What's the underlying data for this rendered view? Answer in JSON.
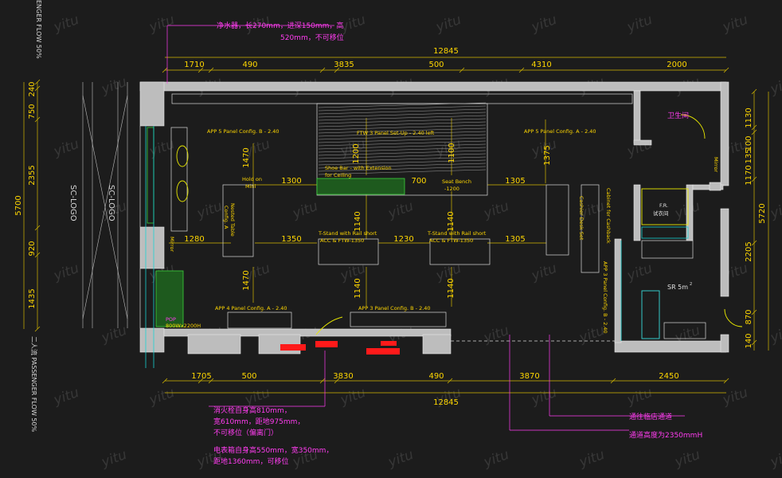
{
  "overall_dims": {
    "top_total": "12845",
    "bottom_total": "12845",
    "left_total": "5700",
    "right_total": "5720"
  },
  "top_segments": [
    "1710",
    "490",
    "3835",
    "500",
    "4310",
    "2000"
  ],
  "bottom_segments": [
    "1705",
    "500",
    "3830",
    "490",
    "3870",
    "2450"
  ],
  "left_segments": [
    "240",
    "750",
    "2355",
    "920",
    "1435"
  ],
  "right_segments": [
    "1130",
    "100",
    "1170",
    "2205",
    "870",
    "140"
  ],
  "right_small_labels": [
    "135"
  ],
  "interior_dims": [
    "1200",
    "1100",
    "1375",
    "1300",
    "700",
    "1305",
    "1470",
    "1140",
    "1140",
    "1280",
    "1350",
    "1230",
    "1305",
    "1470",
    "1140",
    "1140"
  ],
  "fixture_labels": {
    "app5_left": "APP 5 Panel Config. B - 2.40",
    "app5_right": "APP 5 Panel Config. A - 2.40",
    "ftw3": "FTW 3 Panel Set-Up - 2.40 left",
    "shoe_bar": "Shoe Bar - with Extension",
    "shoe_bar_2": "for Ceiling",
    "hold_on": "Hold on",
    "hold_on_2": "Mini",
    "seat_bench": "Seat Bench",
    "seat_bench_2": "-1200",
    "t_stand_1": "T-Stand with Rail short",
    "t_stand_1b": "ACC & FTW-1350",
    "t_stand_2": "T-Stand with Rail short",
    "t_stand_2b": "ACC & FTW-1350",
    "app4": "APP 4 Panel Config. A - 2.40",
    "app3_bottom": "APP 3 Panel Config. B - 2.40",
    "app3_right": "APP 3 Panel Config. B - 2.40",
    "nested_table": "Nested Table",
    "nested_table_2": "Config. A",
    "cashier": "Cashier Desk Set",
    "cabinet": "Cabinet for Cashback",
    "mirror_left": "Mirror",
    "mirror_right": "Mirror",
    "pop": "POP",
    "pop_dim": "800Wx2200H",
    "bathroom": "卫生间",
    "fitting_fr": "F.R.",
    "fitting_cn": "试衣间",
    "storeroom": "SR  5m",
    "storeroom_sup": "2"
  },
  "side_labels": {
    "sc_logo_1": "SC-LOGO",
    "sc_logo_2": "SC-LOGO",
    "passenger_top": "ENGER FLOW 50%",
    "passenger_bottom": "二人流 PASSENGER FLOW 50%"
  },
  "annotations": {
    "water_1": "净水器，长270mm，进深150mm，高",
    "water_2": "520mm，不可移位",
    "hydrant_1": "消火栓自身高810mm，",
    "hydrant_2": "宽610mm，距地975mm，",
    "hydrant_3": "不可移位（偏离门）",
    "meter_1": "电表箱自身高550mm，宽350mm，",
    "meter_2": "距地1360mm，可移位",
    "passage_1": "通往临店通道",
    "passage_2": "通道高度为2350mmH"
  },
  "watermark": "yitu",
  "colors": {
    "bg": "#1c1c1c",
    "dim": "#ffd700",
    "wall": "#c9c9c9",
    "magenta": "#ff3cf0",
    "green": "#32c832",
    "red": "#ff1a1a",
    "cyan": "#19d2d2"
  }
}
